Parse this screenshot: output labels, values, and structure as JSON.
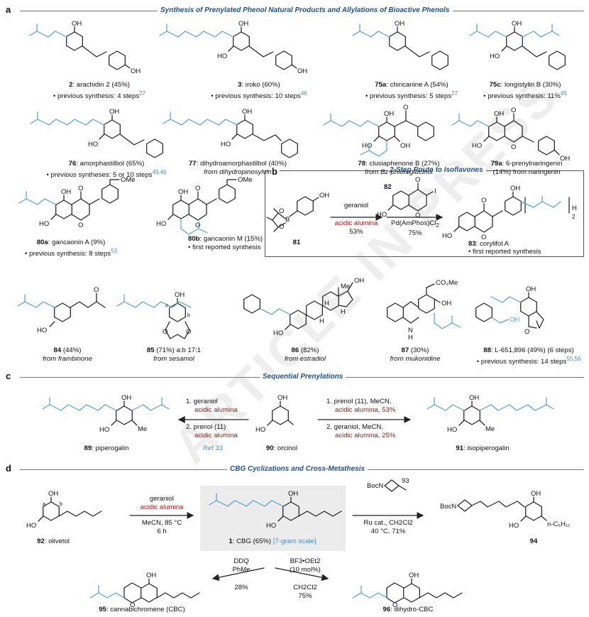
{
  "panel_a": {
    "letter": "a",
    "title": "Synthesis of Prenylated Phenol Natural Products and Allylations of Bioactive Phenols",
    "c2": {
      "num": "2",
      "name": ": arachidin 2 (45%)",
      "note": "• previous synthesis: 4 steps",
      "ref": "27"
    },
    "c3": {
      "num": "3",
      "name": ": iroko (60%)",
      "note": "• previous synthesis: 10 steps",
      "ref": "46"
    },
    "c75a": {
      "num": "75a",
      "name": ": chiricanine A (54%)",
      "note": "• previous synthesis: 5 steps",
      "ref": "27"
    },
    "c75c": {
      "num": "75c",
      "name": ": longistylin B (30%)",
      "note": "• previous synthesis: 11%",
      "ref": "45"
    },
    "c76": {
      "num": "76",
      "name": ": amorphastilbol (65%)",
      "note": "• previous syntheses: 5 or 10 steps",
      "ref": "49,46"
    },
    "c77": {
      "num": "77",
      "name": ": dihydroamorphastilbol (40%)",
      "note": "from dihydropinosylvin"
    },
    "c78": {
      "num": "78",
      "name": ": clusiaphenone B (27%)",
      "note": "from Bz-phloroglucinol"
    },
    "c79a": {
      "num": "79a",
      "name": ": 6-prenylnaringenin",
      "note": "(14%) from naringenin"
    },
    "c80a": {
      "num": "80a",
      "name": ": gancaonin A (9%)",
      "note": "• previous synthesis: 8 steps",
      "ref": "53"
    },
    "c80b": {
      "num": "80b",
      "name": ": gancaonin M (15%)",
      "note": "• first reported synthesis"
    },
    "c84": {
      "num": "84",
      "name": " (44%)",
      "note": "from frambinone"
    },
    "c85": {
      "num": "85",
      "name": " (71%) a:b 17:1",
      "note": "from sesamol"
    },
    "c86": {
      "num": "86",
      "name": " (82%)",
      "note": "from estradiol"
    },
    "c87": {
      "num": "87",
      "name": " (30%)",
      "note": "from mukonidine"
    },
    "c88": {
      "num": "88",
      "name": ": L-651,896 (49%) (6 steps)",
      "note": "• previous synthesis: 14 steps",
      "ref": "55,56"
    }
  },
  "panel_b": {
    "letter": "b",
    "title": "2-Step Route to Isoflavones",
    "sm": "81",
    "reagent1": "geraniol",
    "cond1": "acidic alumina",
    "yield1": "53%",
    "iodide": "82",
    "cat": "Pd(AmPhos)Cl",
    "cat_sub": "2",
    "yield2": "75%",
    "prod_num": "83",
    "prod_name": ": corylifol A",
    "prod_note": "• first reported synthesis"
  },
  "panel_c": {
    "letter": "c",
    "title": "Sequential Prenylations",
    "left_step1": "1. geraniol",
    "left_cond1": "acidic alumina",
    "left_step2": "2. prenol (11)",
    "left_cond2": "acidic alumina",
    "left_ref": "Ref 33",
    "right_step1": "1. prenol (11), MeCN,",
    "right_cond1": "acidic alumina, 53%",
    "right_step2": "2. geraniol, MeCN,",
    "right_cond2": "acidic alumina, 25%",
    "c89": {
      "num": "89",
      "name": ": piperogalin"
    },
    "c90": {
      "num": "90",
      "name": ": orcinol"
    },
    "c91": {
      "num": "91",
      "name": ": isopiperogalin"
    }
  },
  "panel_d": {
    "letter": "d",
    "title": "CBG Cyclizations and Cross-Metathesis",
    "reagent": "geraniol",
    "cond": "acidic alumina",
    "solvent": "MeCN, 85 °C",
    "time": "6 h",
    "c92": {
      "num": "92",
      "name": ": olivetol"
    },
    "c1": {
      "num": "1",
      "name": ": CBG (65%)",
      "scale": "[7-gram scale]"
    },
    "olefin": "93",
    "cm_cat": "Ru cat., CH2Cl2",
    "cm_temp": "40 °C, 71%",
    "c94": {
      "num": "94"
    },
    "ddq": "DDQ",
    "ddq_solv": "PhMe",
    "ddq_yield": "28%",
    "bf3": "BF3•OEt2",
    "bf3_load": "(10 mol%)",
    "bf3_solv": "CH2Cl2",
    "bf3_yield": "75%",
    "c95": {
      "num": "95",
      "name": ": cannabichromene (CBC)"
    },
    "c96": {
      "num": "96",
      "name": ": dihydro-CBC"
    }
  },
  "watermark": "ARTICLE IN PRESS",
  "colors": {
    "prenyl": "#5aa0c8",
    "condition": "#8a1c1c",
    "header": "#1f4f8a",
    "ref": "#4a89b8"
  }
}
